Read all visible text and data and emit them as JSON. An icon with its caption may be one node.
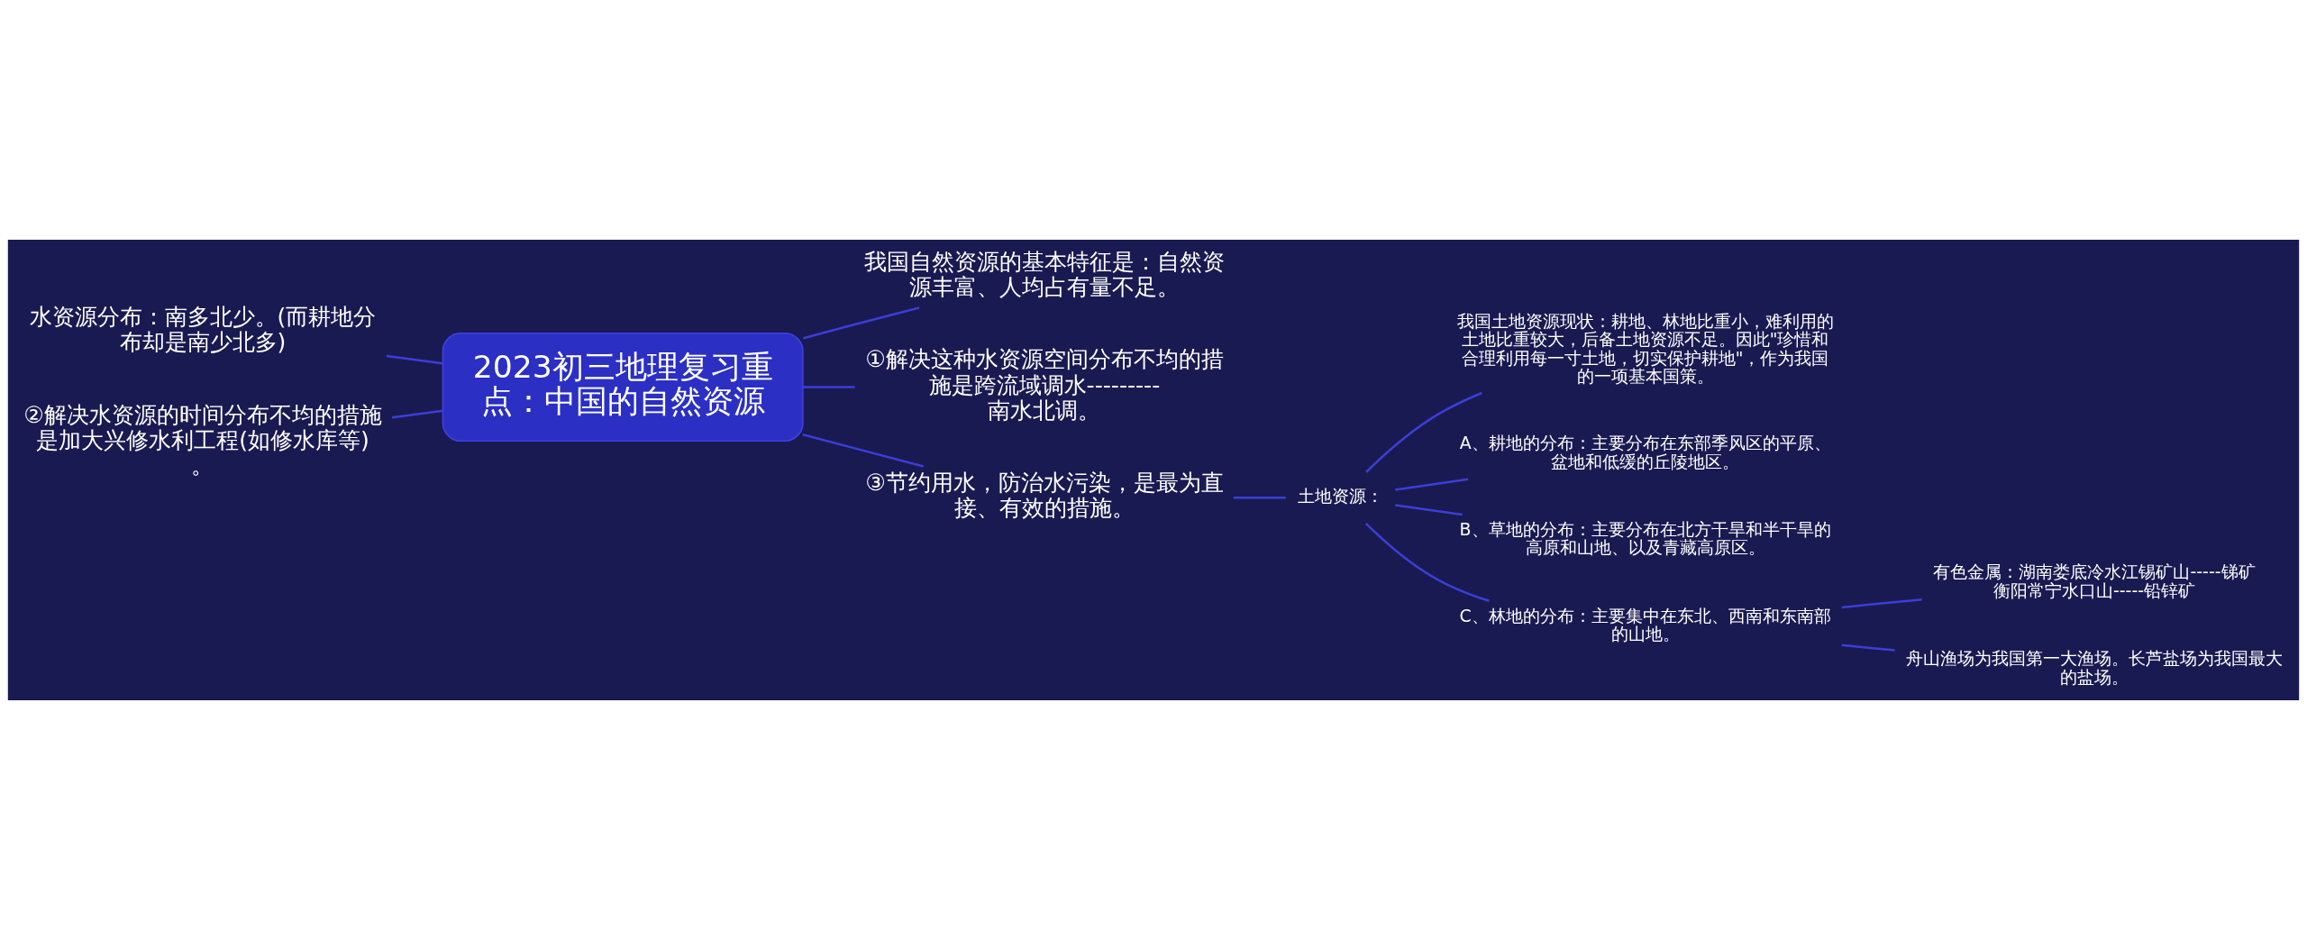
{
  "diagram": {
    "nodes": [
      {
        "text": [
          "2023初三地理复习重点：中国的自然资源"
        ]
      },
      {
        "text": [
          "水资源分布：南多北少。(而耕地分布却是南少北多)"
        ]
      },
      {
        "text": [
          "②解决水资源的时间分布不均的措施是加大兴修水利工程(如修水库等)。"
        ]
      },
      {
        "text": [
          "我国自然资源的基本特征是：自然资源丰富、人均占有量不足。"
        ]
      },
      {
        "text": [
          "①解决这种水资源空间分布不均的措施是跨流域调水---------南水北调。"
        ]
      },
      {
        "text": [
          "③节约用水，防治水污染，是最为直接、有效的措施。"
        ]
      },
      {
        "text": [
          "土地资源："
        ]
      },
      {
        "text": [
          "我国土地资源现状：耕地、林地比重小，难利用的土地比重较大，后备土地资源不足。因此\"珍惜和合理利用每一寸土地，切实保护耕地\"，作为我国的一项基本国策。"
        ]
      },
      {
        "text": [
          "A、耕地的分布：主要分布在东部季风区的平原、盆地和低缓的丘陵地区。"
        ]
      },
      {
        "text": [
          "B、草地的分布：主要分布在北方干旱和半干旱的高原和山地、以及青藏高原区。"
        ]
      },
      {
        "text": [
          "C、林地的分布：主要集中在东北、西南和东南部的山地。"
        ]
      },
      {
        "text": [
          "有色金属：湖南娄底冷水江锡矿山-----锑矿衡阳常宁水口山-----铅锌矿"
        ]
      },
      {
        "text": [
          "舟山渔场为我国第一大渔场。长芦盐场为我国最大的盐场。"
        ]
      }
    ],
    "edges": [
      {
        "from": 1,
        "to": 0,
        "arrow": "none"
      },
      {
        "from": 2,
        "to": 0,
        "arrow": "none"
      },
      {
        "from": 0,
        "to": 3,
        "arrow": "none"
      },
      {
        "from": 0,
        "to": 4,
        "arrow": "none"
      },
      {
        "from": 0,
        "to": 5,
        "arrow": "none"
      },
      {
        "from": 5,
        "to": 6,
        "arrow": "none"
      },
      {
        "from": 6,
        "to": 7,
        "arrow": "none"
      },
      {
        "from": 6,
        "to": 8,
        "arrow": "none"
      },
      {
        "from": 6,
        "to": 9,
        "arrow": "none"
      },
      {
        "from": 6,
        "to": 10,
        "arrow": "none"
      },
      {
        "from": 10,
        "to": 11,
        "arrow": "none"
      },
      {
        "from": 10,
        "to": 12,
        "arrow": "none"
      }
    ]
  }
}
